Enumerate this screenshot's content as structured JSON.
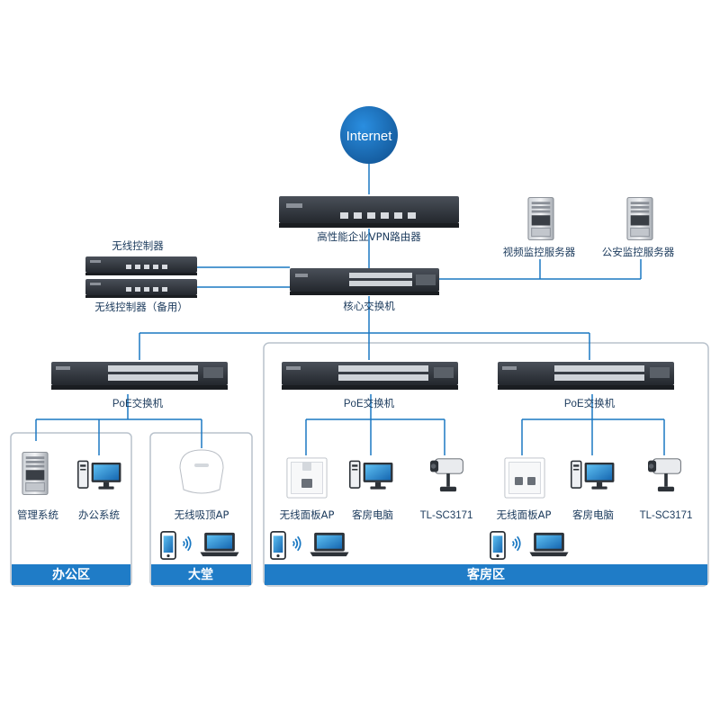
{
  "colors": {
    "line": "#1a78c2",
    "internet": "#1a6fb8",
    "zone_border": "#b9c2cc",
    "zone_title_bg": "#1f7cc7",
    "device_dark": "#2c3138",
    "screen_blue": "#1f8fd6"
  },
  "internet": {
    "label": "Internet"
  },
  "router": {
    "label": "高性能企业VPN路由器"
  },
  "core_switch": {
    "label": "核心交换机"
  },
  "wireless_controllers": {
    "primary": "无线控制器",
    "backup": "无线控制器（备用）"
  },
  "servers": {
    "video": "视频监控服务器",
    "police": "公安监控服务器"
  },
  "poe_switches": {
    "office": "PoE交换机",
    "room_a": "PoE交换机",
    "room_b": "PoE交换机"
  },
  "zones": {
    "office": {
      "title": "办公区",
      "devices": [
        "管理系统",
        "办公系统"
      ]
    },
    "lobby": {
      "title": "大堂",
      "devices": [
        "无线吸顶AP"
      ]
    },
    "rooms": {
      "title": "客房区",
      "group_a": [
        "无线面板AP",
        "客房电脑",
        "TL-SC3171"
      ],
      "group_b": [
        "无线面板AP",
        "客房电脑",
        "TL-SC3171"
      ]
    }
  },
  "icons": [
    "globe",
    "router",
    "switch",
    "server-tower",
    "desktop-pc",
    "ceiling-ap",
    "panel-ap",
    "ip-camera",
    "smartphone",
    "laptop",
    "wifi-signal"
  ]
}
